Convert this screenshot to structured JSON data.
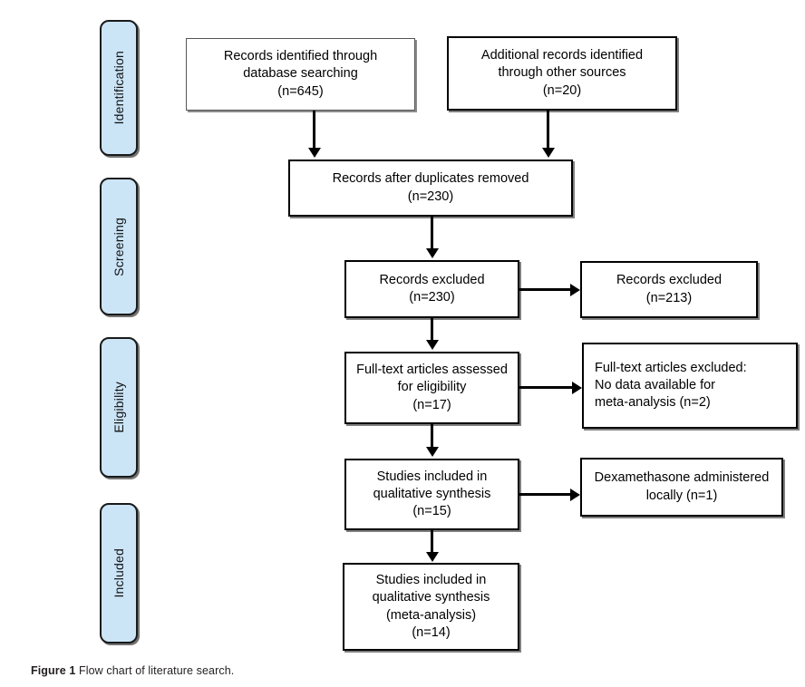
{
  "figure": {
    "caption_label": "Figure 1",
    "caption_text": "Flow chart of literature search."
  },
  "stages": [
    {
      "id": "identification",
      "label": "Identification"
    },
    {
      "id": "screening",
      "label": "Screening"
    },
    {
      "id": "eligibility",
      "label": "Eligibility"
    },
    {
      "id": "included",
      "label": "Included"
    }
  ],
  "boxes": {
    "database_search": {
      "text": "Records identified through\ndatabase searching\n(n=645)",
      "n": 645
    },
    "other_sources": {
      "text": "Additional records identified\nthrough other sources\n(n=20)",
      "n": 20
    },
    "duplicates_removed": {
      "text": "Records after duplicates removed\n(n=230)",
      "n": 230
    },
    "records_screened": {
      "text": "Records excluded\n(n=230)",
      "n": 230
    },
    "records_excluded": {
      "text": "Records excluded\n(n=213)",
      "n": 213
    },
    "fulltext_assessed": {
      "text": "Full-text articles assessed\nfor eligibility\n(n=17)",
      "n": 17
    },
    "fulltext_excluded": {
      "text": "Full-text articles excluded:\nNo data available for\nmeta-analysis (n=2)",
      "n": 2
    },
    "qualitative_synthesis": {
      "text": "Studies included in\nqualitative synthesis\n(n=15)",
      "n": 15
    },
    "dexamethasone_local": {
      "text": "Dexamethasone administered\nlocally (n=1)",
      "n": 1
    },
    "meta_analysis": {
      "text": "Studies included in\nqualitative synthesis\n(meta-analysis)\n(n=14)",
      "n": 14
    }
  },
  "colors": {
    "stage_fill": "#cbe5f7",
    "stage_border": "#1a1a1a",
    "box_border": "#000000",
    "background": "#ffffff",
    "text": "#000000",
    "caption": "#231f20"
  },
  "chart_data": {
    "type": "diagram",
    "title": "Flow chart of literature search.",
    "diagram_kind": "PRISMA flow diagram",
    "stages": [
      "Identification",
      "Screening",
      "Eligibility",
      "Included"
    ],
    "nodes": [
      {
        "id": "database_search",
        "stage": "Identification",
        "label": "Records identified through database searching",
        "n": 645
      },
      {
        "id": "other_sources",
        "stage": "Identification",
        "label": "Additional records identified through other sources",
        "n": 20
      },
      {
        "id": "duplicates_removed",
        "stage": "Screening",
        "label": "Records after duplicates removed",
        "n": 230
      },
      {
        "id": "records_screened",
        "stage": "Screening",
        "label": "Records excluded",
        "n": 230
      },
      {
        "id": "records_excluded",
        "stage": "Screening",
        "label": "Records excluded",
        "n": 213
      },
      {
        "id": "fulltext_assessed",
        "stage": "Eligibility",
        "label": "Full-text articles assessed for eligibility",
        "n": 17
      },
      {
        "id": "fulltext_excluded",
        "stage": "Eligibility",
        "label": "Full-text articles excluded: No data available for meta-analysis",
        "n": 2
      },
      {
        "id": "qualitative_synthesis",
        "stage": "Eligibility",
        "label": "Studies included in qualitative synthesis",
        "n": 15
      },
      {
        "id": "dexamethasone_local",
        "stage": "Eligibility",
        "label": "Dexamethasone administered locally",
        "n": 1
      },
      {
        "id": "meta_analysis",
        "stage": "Included",
        "label": "Studies included in qualitative synthesis (meta-analysis)",
        "n": 14
      }
    ],
    "edges": [
      {
        "from": "database_search",
        "to": "duplicates_removed",
        "type": "arrow-down"
      },
      {
        "from": "other_sources",
        "to": "duplicates_removed",
        "type": "arrow-down"
      },
      {
        "from": "duplicates_removed",
        "to": "records_screened",
        "type": "arrow-down"
      },
      {
        "from": "records_screened",
        "to": "records_excluded",
        "type": "arrow-right"
      },
      {
        "from": "records_screened",
        "to": "fulltext_assessed",
        "type": "arrow-down"
      },
      {
        "from": "fulltext_assessed",
        "to": "fulltext_excluded",
        "type": "arrow-right"
      },
      {
        "from": "fulltext_assessed",
        "to": "qualitative_synthesis",
        "type": "arrow-down"
      },
      {
        "from": "qualitative_synthesis",
        "to": "dexamethasone_local",
        "type": "arrow-right"
      },
      {
        "from": "qualitative_synthesis",
        "to": "meta_analysis",
        "type": "arrow-down"
      }
    ]
  }
}
